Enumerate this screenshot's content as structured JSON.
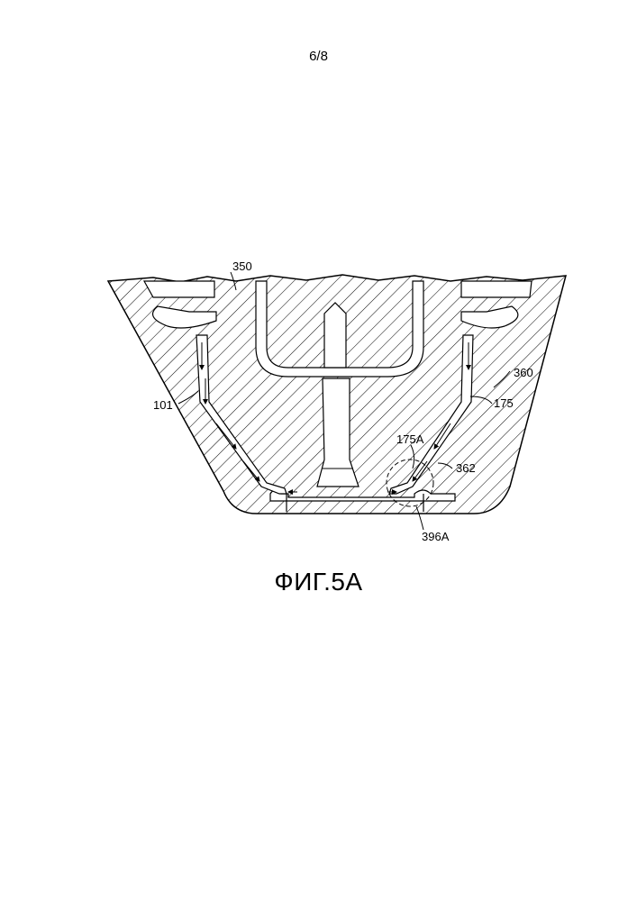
{
  "page_number": "6/8",
  "figure_caption": "ФИГ.5А",
  "labels": {
    "l350": "350",
    "l360": "360",
    "l101": "101",
    "l175": "175",
    "l175a": "175A",
    "l362": "362",
    "l396a": "396A"
  }
}
